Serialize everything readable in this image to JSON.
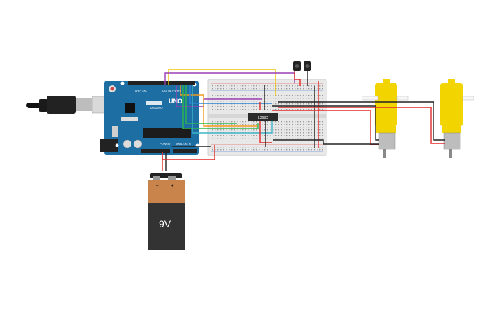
{
  "arduino": {
    "brand": "UNO",
    "maker": "ARDUINO",
    "digital_label": "DIGITAL (PWM~)",
    "power_label": "POWER",
    "analog_label": "ANALOG IN",
    "aref_label": "AREF",
    "gnd_label": "GND"
  },
  "chip": {
    "label": "L293D"
  },
  "battery": {
    "label": "9V",
    "minus": "−",
    "plus": "+"
  },
  "colors": {
    "board_blue": "#1d6fa3",
    "breadboard": "#e8e8e8",
    "battery_top": "#c8844b",
    "battery_body": "#333333",
    "motor_yellow": "#f2d500",
    "wire_red": "#e22a2a",
    "wire_black": "#222222",
    "wire_yellow": "#f0c000",
    "wire_purple": "#9a3fb5",
    "wire_orange": "#f29a1f",
    "wire_green": "#2eb84a",
    "wire_blue": "#2a86d8",
    "wire_teal": "#3fb5c9"
  },
  "icons": [
    "usb-cable-icon",
    "ir-sensor-icon",
    "dc-motor-icon",
    "battery-icon"
  ]
}
